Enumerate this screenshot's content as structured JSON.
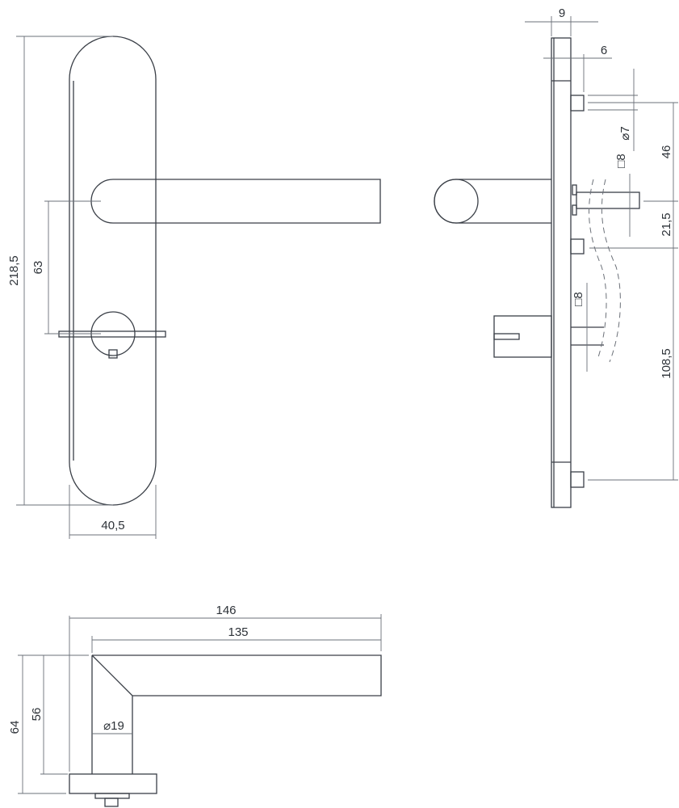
{
  "drawing": {
    "front_view": {
      "height_label": "218,5",
      "lever_to_key_label": "63",
      "width_label": "40,5"
    },
    "side_view": {
      "plate_thickness_label": "9",
      "pin_length_label": "6",
      "screw_diameter_label": "⌀7",
      "spindle_label": "□8",
      "top_screw_to_spindle_label": "46",
      "spindle_to_screw_label": "21,5",
      "screw_to_bottom_screw_label": "108,5",
      "cylinder_spindle_label": "□8"
    },
    "top_view": {
      "overall_length_label": "146",
      "lever_length_label": "135",
      "overall_projection_label": "64",
      "lever_projection_label": "56",
      "neck_diameter_label": "⌀19"
    },
    "colors": {
      "line": "#3a3f47",
      "dimension": "#6b7078",
      "background": "#ffffff"
    }
  }
}
